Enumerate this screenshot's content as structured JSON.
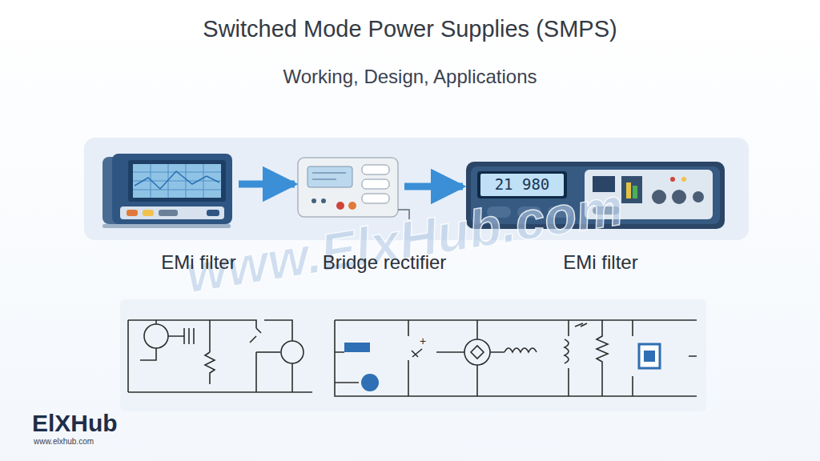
{
  "diagram": {
    "title": "Switched Mode Power Supplies (SMPS)",
    "nodes": [
      {
        "text": [
          "EMi filter"
        ]
      },
      {
        "text": [
          "Bridge rectifier"
        ]
      },
      {
        "text": [
          "EMi filter",
          "21 980"
        ]
      }
    ],
    "edges": [
      {
        "from": 0,
        "to": 1,
        "arrow": "to"
      },
      {
        "from": 1,
        "to": 2,
        "arrow": "to"
      }
    ],
    "labels": [
      "Working, Design, Applications",
      "+",
      "www.ElxHub.com",
      "ElXHub",
      "www.elxhub.com"
    ]
  }
}
